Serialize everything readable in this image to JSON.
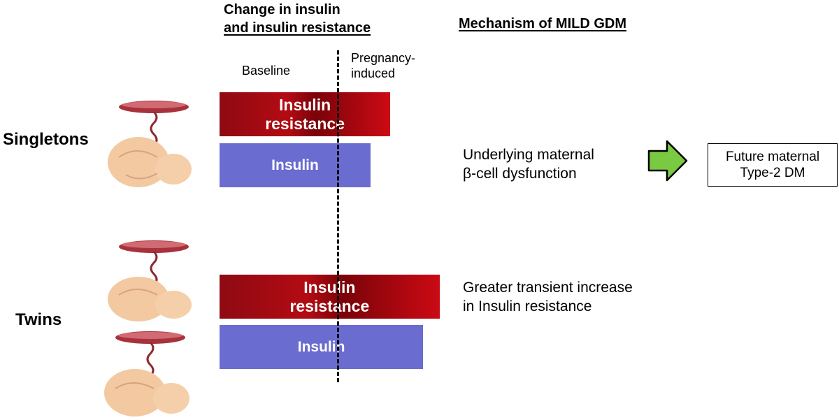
{
  "headers": {
    "change_line1": "Change in insulin",
    "change_line2": "and insulin resistance",
    "mechanism": "Mechanism of MILD GDM"
  },
  "phases": {
    "baseline": "Baseline",
    "pregnancy_line1": "Pregnancy-",
    "pregnancy_line2": "induced"
  },
  "groups": {
    "singletons": "Singletons",
    "twins": "Twins"
  },
  "bars": {
    "ir_line1": "Insulin",
    "ir_line2": "resistance",
    "insulin": "Insulin"
  },
  "chart_data": {
    "type": "bar",
    "orientation": "horizontal",
    "reference_line": "baseline | pregnancy-induced",
    "series": [
      {
        "group": "Singletons",
        "measure": "Insulin resistance",
        "pregnancy_induced_extent": 0.32,
        "color": "#b40b13"
      },
      {
        "group": "Singletons",
        "measure": "Insulin",
        "pregnancy_induced_extent": 0.2,
        "color": "#6a6ccf"
      },
      {
        "group": "Twins",
        "measure": "Insulin resistance",
        "pregnancy_induced_extent": 0.62,
        "color": "#b40b13"
      },
      {
        "group": "Twins",
        "measure": "Insulin",
        "pregnancy_induced_extent": 0.52,
        "color": "#6a6ccf"
      }
    ]
  },
  "mechanisms": {
    "singletons_line1": "Underlying maternal",
    "singletons_line2": "β-cell dysfunction",
    "twins_line1": "Greater transient increase",
    "twins_line2": "in Insulin resistance"
  },
  "outcome": {
    "line1": "Future maternal",
    "line2": "Type-2 DM"
  },
  "colors": {
    "insulin_resistance": "#b40b13",
    "insulin": "#6a6ccf",
    "arrow_fill": "#7ac943"
  },
  "icons": {
    "placenta_fetus": "fetus-with-placenta-icon",
    "arrow": "green-right-arrow-icon"
  }
}
